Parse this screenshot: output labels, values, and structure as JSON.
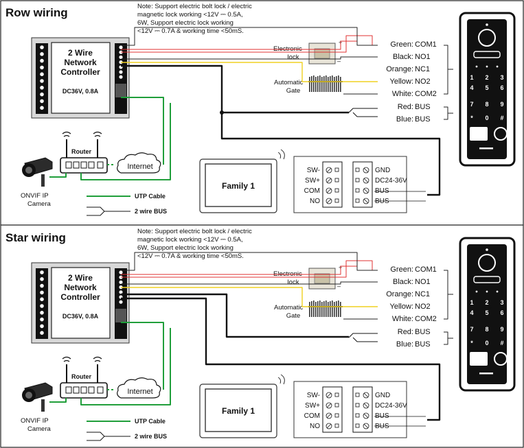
{
  "sections": [
    {
      "title": "Row wiring",
      "note": [
        "Note: Support electric bolt lock / electric",
        "magnetic lock working <12V ⎓ 0.5A,",
        "6W, Support electric lock working",
        "<12V ⎓ 0.7A & working time <50mS."
      ],
      "controller": {
        "lines": [
          "2 Wire",
          "Network",
          "Controller"
        ],
        "rating": "DC36V, 0.8A"
      },
      "lock_label": [
        "Electronic",
        "lock"
      ],
      "gate_label": [
        "Automatic",
        "Gate"
      ],
      "wires": [
        {
          "color": "Green:",
          "name": "COM1"
        },
        {
          "color": "Black:",
          "name": "NO1"
        },
        {
          "color": "Orange:",
          "name": "NC1"
        },
        {
          "color": "Yellow:",
          "name": "NO2"
        },
        {
          "color": "White:",
          "name": "COM2"
        },
        {
          "color": "Red:",
          "name": "BUS"
        },
        {
          "color": "Blue:",
          "name": "BUS"
        }
      ],
      "router": "Router",
      "internet": "Internet",
      "camera": [
        "ONVIF IP",
        "Camera"
      ],
      "legend": {
        "utp": "UTP Cable",
        "bus": "2 wire BUS"
      },
      "monitor": "Family 1",
      "term_left": [
        "SW-",
        "SW+",
        "COM",
        "NO"
      ],
      "term_right": [
        "GND",
        "DC24-36V",
        "BUS",
        "BUS"
      ],
      "keypad": [
        "1",
        "2",
        "3",
        "4",
        "5",
        "6",
        "7",
        "8",
        "9",
        "*",
        "0",
        "#"
      ]
    },
    {
      "title": "Star wiring",
      "note": [
        "Note: Support electric bolt lock / electric",
        "magnetic lock working <12V ⎓ 0.5A,",
        "6W, Support electric lock working",
        "<12V ⎓ 0.7A & working time <50mS."
      ],
      "controller": {
        "lines": [
          "2 Wire",
          "Network",
          "Controller"
        ],
        "rating": "DC36V, 0.8A"
      },
      "lock_label": [
        "Electronic",
        "lock"
      ],
      "gate_label": [
        "Automatic",
        "Gate"
      ],
      "wires": [
        {
          "color": "Green:",
          "name": "COM1"
        },
        {
          "color": "Black:",
          "name": "NO1"
        },
        {
          "color": "Orange:",
          "name": "NC1"
        },
        {
          "color": "Yellow:",
          "name": "NO2"
        },
        {
          "color": "White:",
          "name": "COM2"
        },
        {
          "color": "Red:",
          "name": "BUS"
        },
        {
          "color": "Blue:",
          "name": "BUS"
        }
      ],
      "router": "Router",
      "internet": "Internet",
      "camera": [
        "ONVIF IP",
        "Camera"
      ],
      "legend": {
        "utp": "UTP Cable",
        "bus": "2 wire BUS"
      },
      "monitor": "Family 1",
      "term_left": [
        "SW-",
        "SW+",
        "COM",
        "NO"
      ],
      "term_right": [
        "GND",
        "DC24-36V",
        "BUS",
        "BUS"
      ],
      "keypad": [
        "1",
        "2",
        "3",
        "4",
        "5",
        "6",
        "7",
        "8",
        "9",
        "*",
        "0",
        "#"
      ]
    }
  ],
  "colors": {
    "utp": "#1f9e3a",
    "lock_wire": "#e03030",
    "gate_wire": "#f0d020",
    "bus": "#111111"
  }
}
